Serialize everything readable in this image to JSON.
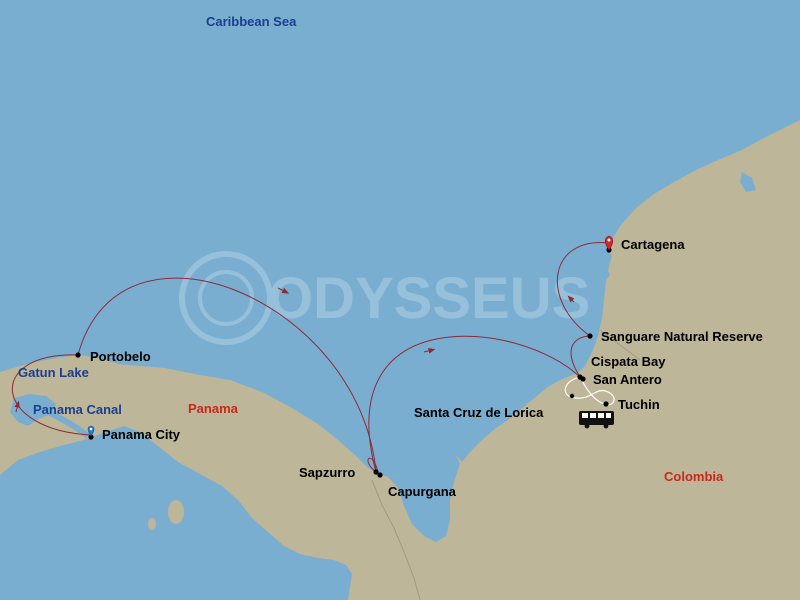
{
  "map": {
    "colors": {
      "sea": "#7aaed0",
      "land": "#bdb698",
      "route": "#8b2b36",
      "start_marker": "#1e7fd6",
      "end_marker": "#d6232b"
    },
    "water_labels": {
      "caribbean_sea": "Caribbean Sea",
      "gatun_lake": "Gatun Lake",
      "panama_canal": "Panama Canal"
    },
    "country_labels": {
      "panama": "Panama",
      "colombia": "Colombia"
    },
    "ports": {
      "portobelo": "Portobelo",
      "panama_city": "Panama City",
      "sapzurro": "Sapzurro",
      "capurgana": "Capurgana",
      "santa_cruz_de_lorica": "Santa Cruz de Lorica",
      "cispata_bay": "Cispata Bay",
      "san_antero": "San Antero",
      "tuchin": "Tuchin",
      "sanguare": "Sanguare Natural Reserve",
      "cartagena": "Cartagena"
    },
    "route": {
      "start_port": "Panama City",
      "end_port": "Cartagena",
      "land_excursion_icon": "bus-icon"
    },
    "watermark": "ODYSSEUS"
  }
}
